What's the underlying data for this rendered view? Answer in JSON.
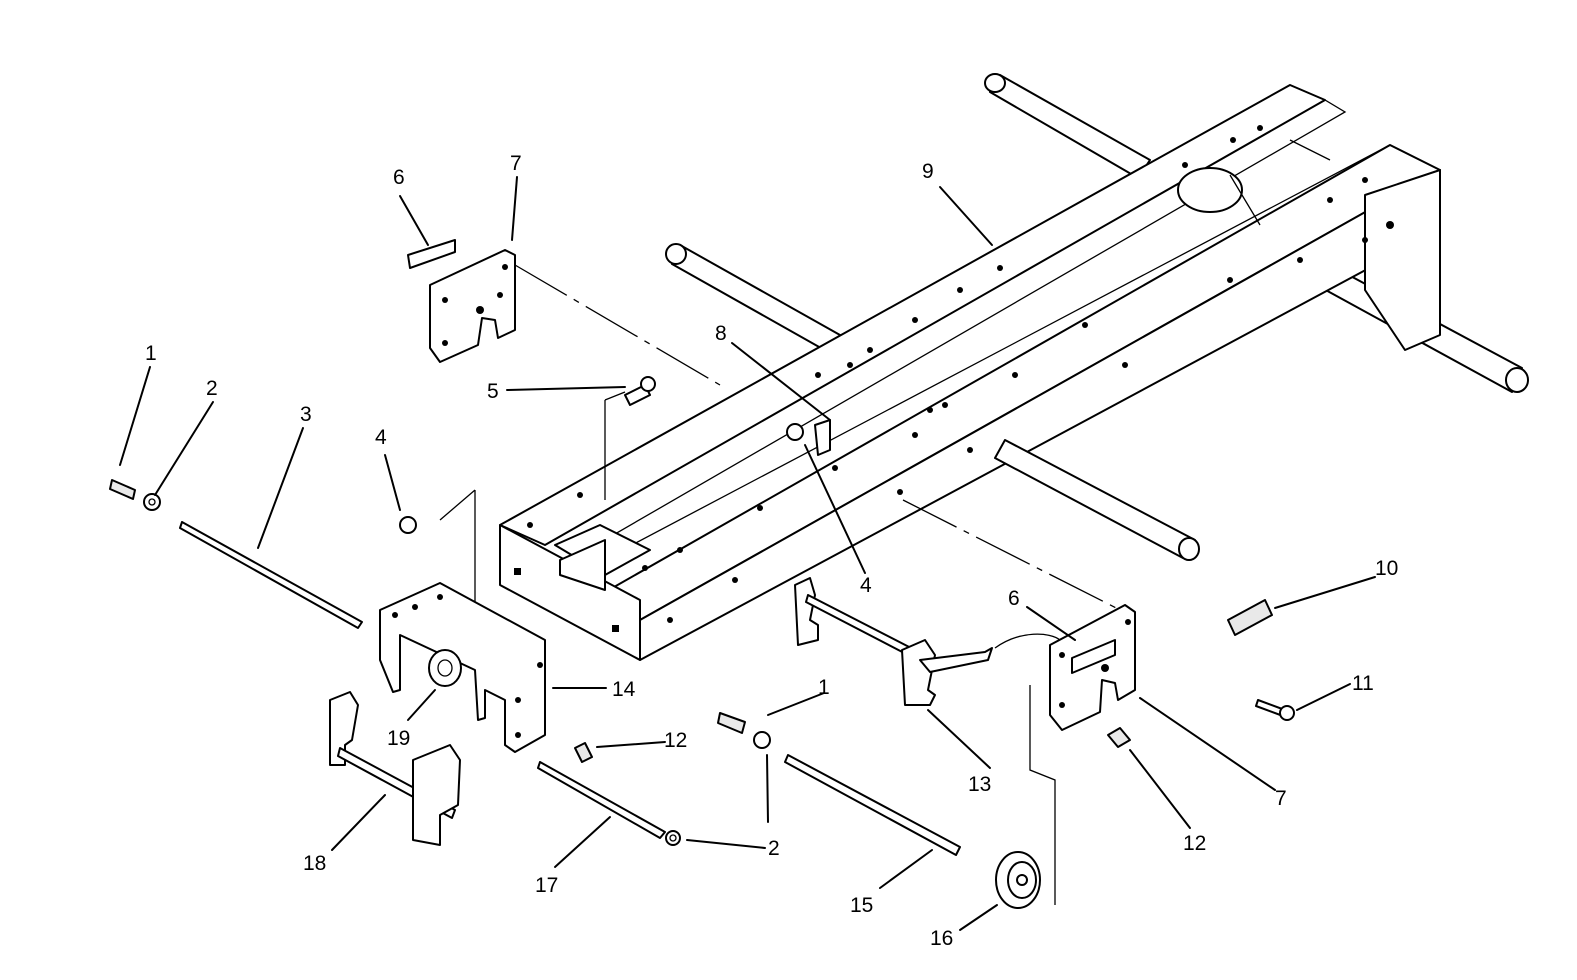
{
  "callouts": {
    "c1a": "1",
    "c2a": "2",
    "c3": "3",
    "c4a": "4",
    "c5": "5",
    "c6a": "6",
    "c7a": "7",
    "c8": "8",
    "c9": "9",
    "c4b": "4",
    "c10": "10",
    "c6b": "6",
    "c11": "11",
    "c14": "14",
    "c1b": "1",
    "c12a": "12",
    "c19": "19",
    "c13": "13",
    "c7b": "7",
    "c12b": "12",
    "c2b": "2",
    "c18": "18",
    "c17": "17",
    "c15": "15",
    "c16": "16"
  }
}
